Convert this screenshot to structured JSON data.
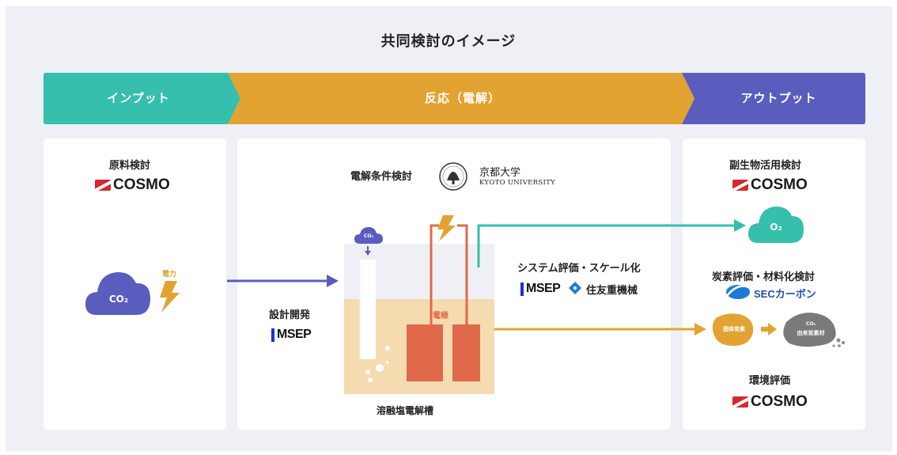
{
  "title": "共同検討のイメージ",
  "bands": {
    "input": "インプット",
    "reaction": "反応（電解）",
    "output": "アウトプット"
  },
  "input_panel": {
    "heading": "原料検討",
    "company": "COSMO",
    "co2_label": "CO₂",
    "power_label": "電力"
  },
  "reaction_panel": {
    "electrolysis_conditions": "電解条件検討",
    "university_jp": "京都大学",
    "university_en": "KYOTO UNIVERSITY",
    "design_dev": "設計開発",
    "design_company": "MSEP",
    "system_eval": "システム評価・スケール化",
    "system_company_1": "MSEP",
    "system_company_2": "住友重機械",
    "electrode_label": "電極",
    "cell_caption": "溶融塩電解槽",
    "co2_bubble": "CO₂"
  },
  "output_panel": {
    "byproduct_heading": "副生物活用検討",
    "byproduct_company": "COSMO",
    "o2_label": "O₂",
    "carbon_heading": "炭素評価・材料化検討",
    "carbon_company": "SECカーボン",
    "solid_carbon": "固体炭素",
    "co2_carbon_line1": "CO₂",
    "co2_carbon_line2": "由来炭素材",
    "env_heading": "環境評価",
    "env_company": "COSMO"
  },
  "colors": {
    "input": "#35bfac",
    "reaction": "#e2a332",
    "output": "#5a5dbe",
    "electrode": "#e0694b",
    "melt": "#f4dbb0"
  }
}
